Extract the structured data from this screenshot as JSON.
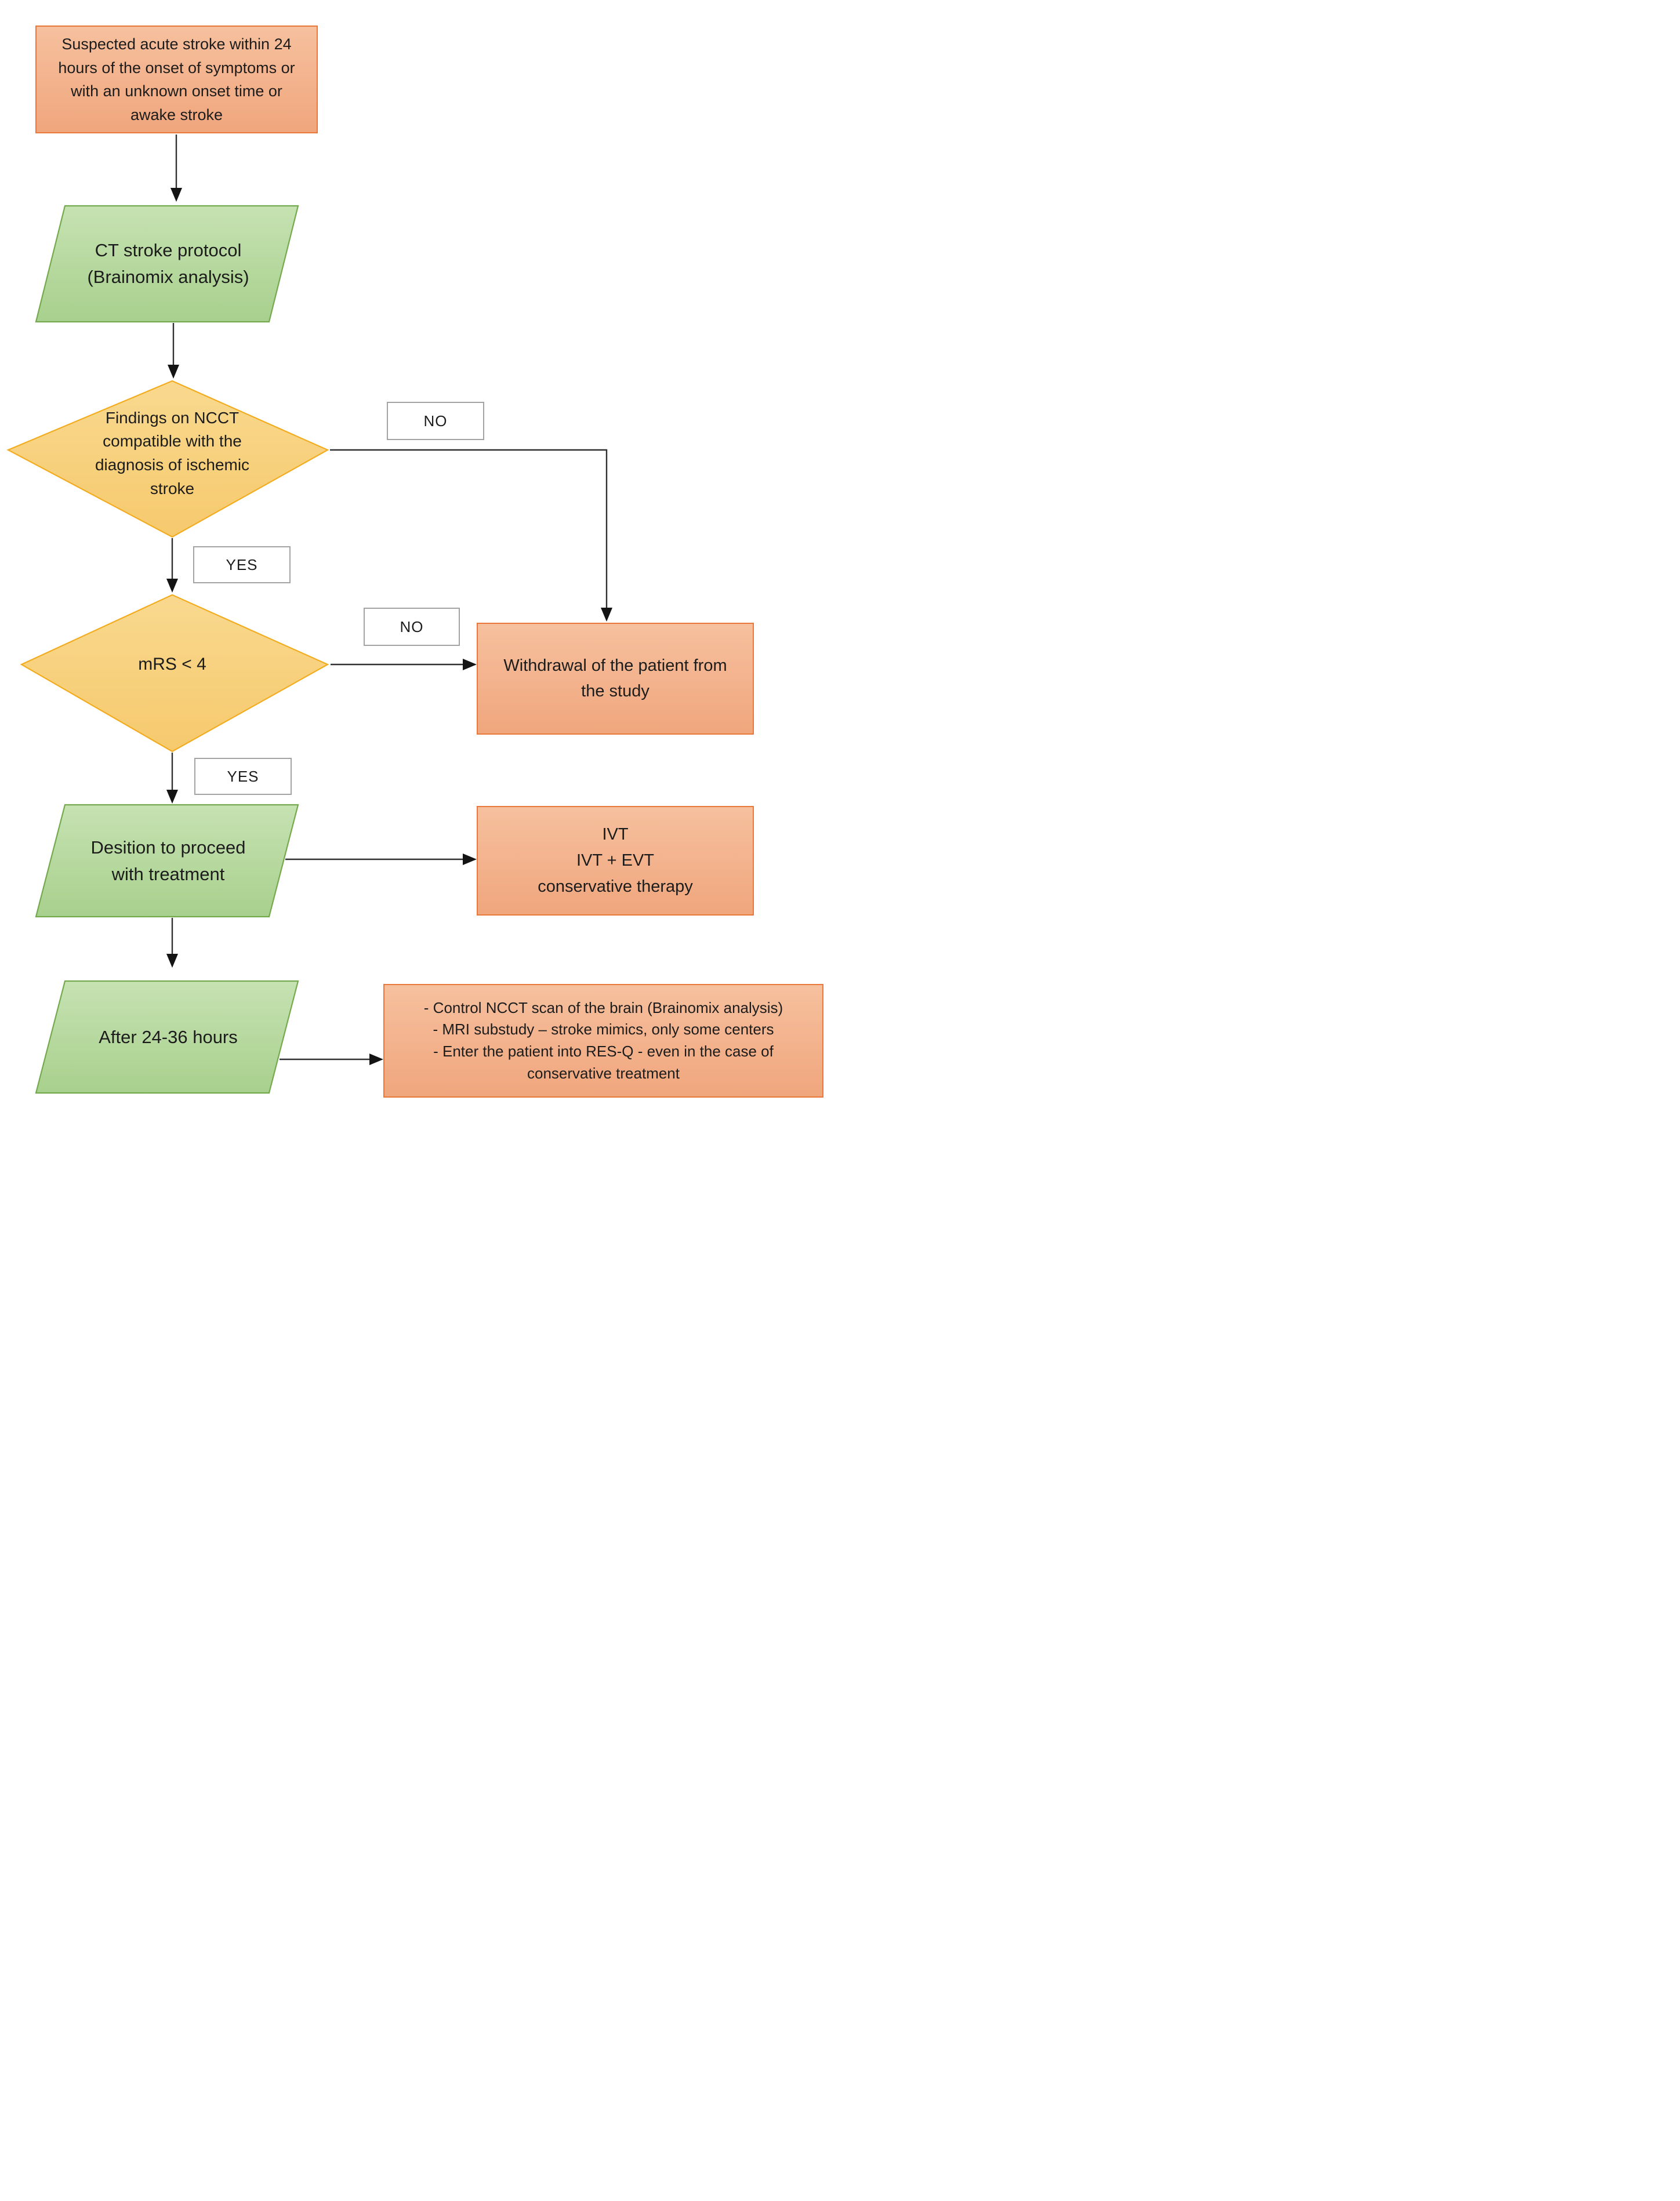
{
  "flowchart": {
    "nodes": {
      "suspected": "Suspected acute stroke within 24\nhours of the onset of symptoms or\nwith an unknown onset time or\nawake stroke",
      "ct_protocol": "CT stroke protocol\n(Brainomix analysis)",
      "ncct_findings": "Findings on NCCT\ncompatible with the\ndiagnosis of ischemic\nstroke",
      "mrs": "mRS < 4",
      "withdrawal": "Withdrawal of the patient from\nthe study",
      "treatment_options": "IVT\nIVT + EVT\nconservative therapy",
      "decision": "Desition to proceed\nwith treatment",
      "after_hours": "After 24-36 hours",
      "followup": "- Control NCCT scan of the brain (Brainomix analysis)\n- MRI substudy – stroke mimics, only some centers\n- Enter the patient into RES-Q - even in the case of\nconservative treatment"
    },
    "edge_labels": {
      "no1": "NO",
      "yes1": "YES",
      "no2": "NO",
      "yes2": "YES"
    },
    "colors": {
      "terminal_fill_top": "#f6c09e",
      "terminal_fill_bottom": "#f0a67d",
      "terminal_border": "#e8793a",
      "process_fill_top": "#c3e0ae",
      "process_fill_bottom": "#a8d08d",
      "process_border": "#74a94e",
      "decision_fill_top": "#f9d78c",
      "decision_fill_bottom": "#f6ca6d",
      "decision_border": "#f2ac1f",
      "label_box_border": "#a3a3a3",
      "connector": "#303030",
      "text": "#1c1c1c",
      "background": "#ffffff"
    }
  }
}
